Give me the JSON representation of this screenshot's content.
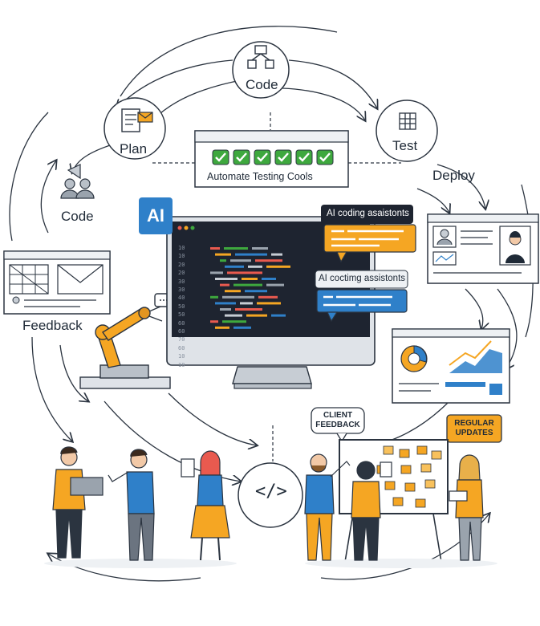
{
  "stages": {
    "code_top": "Code",
    "plan": "Plan",
    "test": "Test",
    "deploy": "Deploy",
    "code_left": "Code",
    "feedback": "Feedback"
  },
  "testing_banner": {
    "label": "Automate Testing Cools",
    "checks": 6
  },
  "ai_badge": "AI",
  "assistant_bubbles": {
    "top": "AI coding asaistonts",
    "bottom": "AI coctimg assistonts"
  },
  "editor": {
    "line_numbers": [
      "10",
      "10",
      "20",
      "20",
      "30",
      "30",
      "40",
      "50",
      "50",
      "60",
      "60",
      "70",
      "60",
      "10",
      "10"
    ]
  },
  "notes": {
    "client_feedback": [
      "CLIENT",
      "FEEDBACK"
    ],
    "regular_updates": [
      "REGULAR",
      "UPDATES"
    ]
  },
  "code_symbol": "</>",
  "colors": {
    "accent_blue": "#2f80c9",
    "accent_orange": "#f5a623",
    "check_green": "#3ea83e",
    "outline": "#2b3440",
    "editor_bg": "#1e2430"
  },
  "icons": [
    "flowchart-icon",
    "mail-document-icon",
    "grid-cube-icon",
    "team-icon",
    "robot-arm-icon",
    "monitor-icon",
    "pie-chart-icon",
    "line-chart-icon"
  ]
}
